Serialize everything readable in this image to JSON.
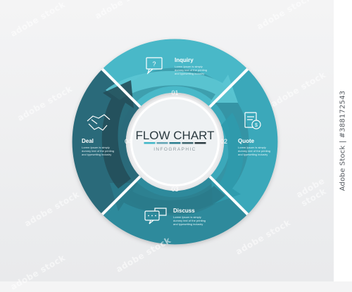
{
  "center": {
    "title": "FLOW CHART",
    "subtitle": "INFOGRAPHIC",
    "bar_colors": [
      "#3fb6c8",
      "#62a4b4",
      "#2a7d8f",
      "#3f6670",
      "#2b3a40"
    ]
  },
  "steps": [
    {
      "number": "01",
      "title": "Inquiry",
      "body": [
        "Lorem Ipsum is simply",
        "dummy text of the printing",
        "and typesetting industry"
      ],
      "icon": "question-bubble-icon"
    },
    {
      "number": "02",
      "title": "Quote",
      "body": [
        "Lorem Ipsum is simply",
        "dummy text of the printing",
        "and typesetting industry"
      ],
      "icon": "invoice-dollar-icon"
    },
    {
      "number": "03",
      "title": "Discuss",
      "body": [
        "Lorem Ipsum is simply",
        "dummy text of the printing",
        "and typesetting industry"
      ],
      "icon": "chat-bubbles-icon"
    },
    {
      "number": "04",
      "title": "Deal",
      "body": [
        "Lorem Ipsum is simply",
        "dummy text of the printing",
        "and typesetting industry"
      ],
      "icon": "handshake-icon"
    }
  ],
  "colors": {
    "top": "#48b8c8",
    "right": "#3aa8ba",
    "bottom": "#2f8a9c",
    "left": "#2c6b7a",
    "inner_ring": "#2b6f7d"
  },
  "watermark": "adobe stock",
  "stock_id": "Adobe Stock | #388172543"
}
